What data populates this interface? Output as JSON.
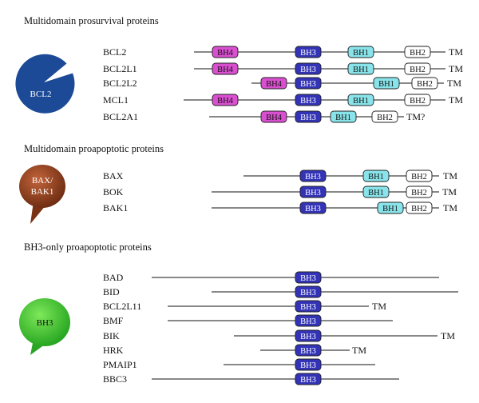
{
  "colors": {
    "BH4": "#d94fd0",
    "BH3": "#3333b8",
    "BH1": "#88e4ea",
    "BH2": "#ffffff",
    "bcl2_icon": "#1c4a96",
    "bax_icon": "#8a3a1a",
    "bh3_icon": "#3cb83c"
  },
  "sections": [
    {
      "title": "Multidomain prosurvival proteins",
      "icon": {
        "name": "bcl2-pacman-icon",
        "label_lines": [
          "BCL2"
        ],
        "color_key": "bcl2_icon"
      },
      "proteins": [
        {
          "name": "BCL2",
          "tm": "TM",
          "domains": [
            "BH4",
            "BH3",
            "BH1",
            "BH2"
          ]
        },
        {
          "name": "BCL2L1",
          "tm": "TM",
          "domains": [
            "BH4",
            "BH3",
            "BH1",
            "BH2"
          ]
        },
        {
          "name": "BCL2L2",
          "tm": "TM",
          "domains": [
            "BH4",
            "BH3",
            "BH1",
            "BH2"
          ]
        },
        {
          "name": "MCL1",
          "tm": "TM",
          "domains": [
            "BH4",
            "BH3",
            "BH1",
            "BH2"
          ]
        },
        {
          "name": "BCL2A1",
          "tm": "TM?",
          "domains": [
            "BH4",
            "BH3",
            "BH1",
            "BH2"
          ]
        }
      ]
    },
    {
      "title": "Multidomain proapoptotic proteins",
      "icon": {
        "name": "bax-bak-speech-bubble-icon",
        "label_lines": [
          "BAX/",
          "BAK1"
        ],
        "color_key": "bax_icon"
      },
      "proteins": [
        {
          "name": "BAX",
          "tm": "TM",
          "domains": [
            "BH3",
            "BH1",
            "BH2"
          ]
        },
        {
          "name": "BOK",
          "tm": "TM",
          "domains": [
            "BH3",
            "BH1",
            "BH2"
          ]
        },
        {
          "name": "BAK1",
          "tm": "TM",
          "domains": [
            "BH3",
            "BH1",
            "BH2"
          ]
        }
      ]
    },
    {
      "title": "BH3-only proapoptotic proteins",
      "icon": {
        "name": "bh3-speech-bubble-icon",
        "label_lines": [
          "BH3"
        ],
        "color_key": "bh3_icon"
      },
      "proteins": [
        {
          "name": "BAD",
          "tm": "",
          "domains": [
            "BH3"
          ]
        },
        {
          "name": "BID",
          "tm": "",
          "domains": [
            "BH3"
          ]
        },
        {
          "name": "BCL2L11",
          "tm": "TM",
          "domains": [
            "BH3"
          ]
        },
        {
          "name": "BMF",
          "tm": "",
          "domains": [
            "BH3"
          ]
        },
        {
          "name": "BIK",
          "tm": "TM",
          "domains": [
            "BH3"
          ]
        },
        {
          "name": "HRK",
          "tm": "TM",
          "domains": [
            "BH3"
          ]
        },
        {
          "name": "PMAIP1",
          "tm": "",
          "domains": [
            "BH3"
          ]
        },
        {
          "name": "BBC3",
          "tm": "",
          "domains": [
            "BH3"
          ]
        }
      ]
    }
  ]
}
